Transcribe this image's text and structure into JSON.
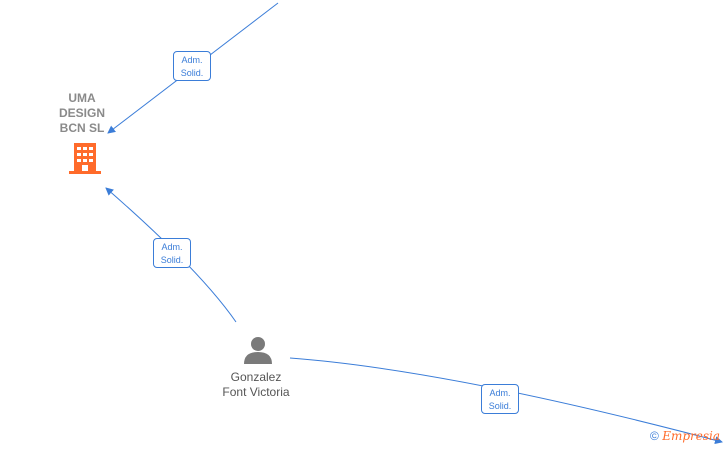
{
  "company": {
    "name": "UMA\nDESIGN\nBCN  SL",
    "color": "#ff6b2b"
  },
  "person": {
    "name": "Gonzalez\nFont Victoria",
    "color": "#7a7a7a"
  },
  "edges": [
    {
      "label": "Adm.\nSolid."
    },
    {
      "label": "Adm.\nSolid."
    },
    {
      "label": "Adm.\nSolid."
    }
  ],
  "edge_color": "#3b7dd8",
  "watermark": {
    "symbol": "©",
    "brand": "Empresia"
  }
}
